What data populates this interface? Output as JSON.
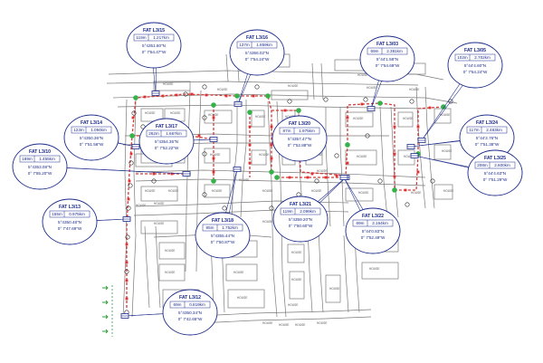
{
  "house_label": "HOUSE",
  "colors": {
    "map_lines": "#7a7a7a",
    "route": "#d63a3a",
    "callout": "#1b2a8a",
    "pole_green": "#35b34a",
    "marker_red": "#e03030",
    "legend_green": "#2e9e3a"
  },
  "icons": [
    "fat-box-icon",
    "pole-icon"
  ],
  "fat_labels": [
    {
      "id": "FAT L3/15",
      "dist": "119m",
      "total": "1.217km",
      "lat": "5°4351.80\"N",
      "lon": "0° 7'54.47\"W"
    },
    {
      "id": "FAT L3/16",
      "dist": "137m",
      "total": "1.859km",
      "lat": "5°4356.02\"N",
      "lon": "0° 7'54.24\"W"
    },
    {
      "id": "FAT L3/03",
      "dist": "69m",
      "total": "2.381km",
      "lat": "5°44'1.58\"N",
      "lon": "0° 7'54.69\"W"
    },
    {
      "id": "FAT L3/05",
      "dist": "102m",
      "total": "2.702km",
      "lat": "5°44'4.60\"N",
      "lon": "0° 7'54.24\"W"
    },
    {
      "id": "FAT L3/14",
      "dist": "123m",
      "total": "1.094km",
      "lat": "5°4350.36\"N",
      "lon": "0° 7'51.56\"W"
    },
    {
      "id": "FAT L3/17",
      "dist": "262m",
      "total": "1.667km",
      "lat": "5°4354.35\"N",
      "lon": "0° 7'52.22\"W"
    },
    {
      "id": "FAT L3/20",
      "dist": "87m",
      "total": "1.975km",
      "lat": "5°4357.47\"N",
      "lon": "0° 7'52.88\"W"
    },
    {
      "id": "FAT L3/24",
      "dist": "117m",
      "total": "2.483km",
      "lat": "5°44'2.76\"N",
      "lon": "0° 7'51.38\"W"
    },
    {
      "id": "FAT L3/25",
      "dist": "208m",
      "total": "2.600km",
      "lat": "5°44'4.63\"N",
      "lon": "0° 7'51.29\"W"
    },
    {
      "id": "FAT L3/10",
      "dist": "189m",
      "total": "1.455km",
      "lat": "5°4353.08\"N",
      "lon": "0° 7'55.20\"W"
    },
    {
      "id": "FAT L3/13",
      "dist": "155m",
      "total": "0.975km",
      "lat": "5°4350.48\"N",
      "lon": "0° 7'47.69\"W"
    },
    {
      "id": "FAT L3/18",
      "dist": "85m",
      "total": "1.752km",
      "lat": "5°4355.44\"N",
      "lon": "0° 7'50.87\"W"
    },
    {
      "id": "FAT L3/21",
      "dist": "119m",
      "total": "2.099km",
      "lat": "5°4359.20\"N",
      "lon": "0° 7'50.60\"W"
    },
    {
      "id": "FAT L3/22",
      "dist": "69m",
      "total": "2.164km",
      "lat": "5°44'0.83\"N",
      "lon": "0° 7'52.49\"W"
    },
    {
      "id": "FAT L3/12",
      "dist": "69m",
      "total": "0.819km",
      "lat": "5°4350.34\"N",
      "lon": "0° 7'42.65\"W"
    }
  ]
}
